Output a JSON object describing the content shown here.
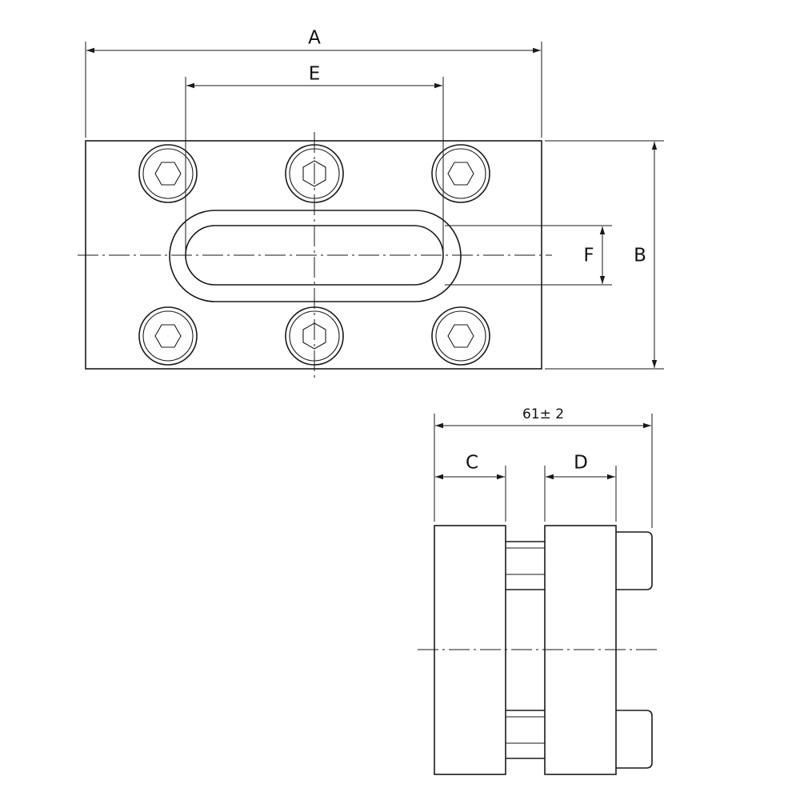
{
  "dimensions": {
    "a": "A",
    "b": "B",
    "c": "C",
    "d": "D",
    "e": "E",
    "f": "F",
    "overall_depth": "61± 2"
  },
  "icons": {
    "arrow": "arrow-icon",
    "hex_socket_screw": "hex-socket-screw-icon"
  },
  "colors": {
    "line": "#1a1a1a",
    "background": "#ffffff"
  }
}
